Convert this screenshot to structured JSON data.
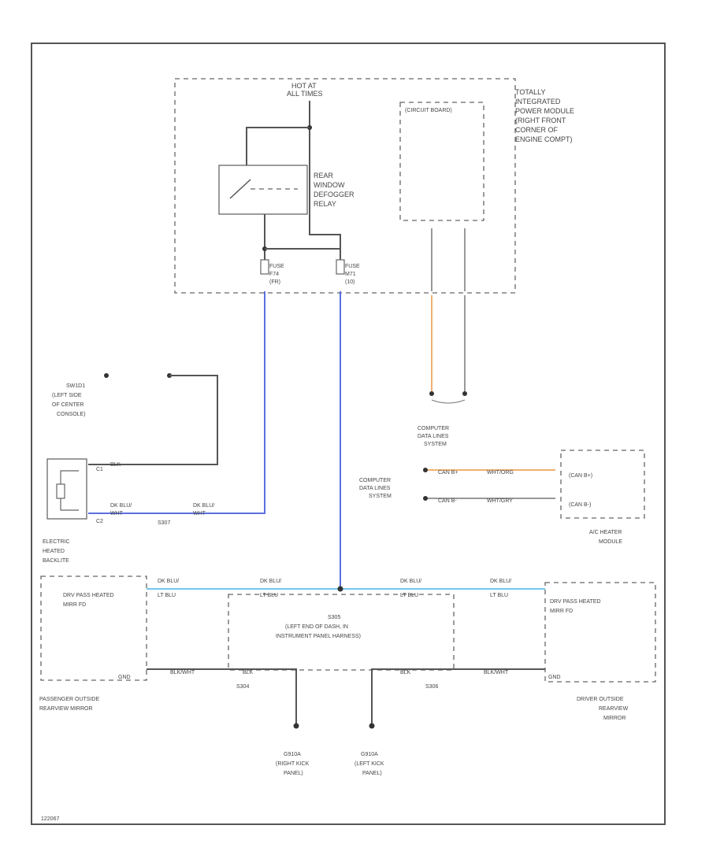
{
  "labels": {
    "hot_at_all_times": [
      "HOT AT",
      "ALL TIMES"
    ],
    "tipm": [
      "TOTALLY",
      "INTEGRATED",
      "POWER MODULE",
      "(RIGHT FRONT",
      "CORNER OF",
      "ENGINE COMPT)"
    ],
    "circuit_board": "(CIRCUIT BOARD)",
    "relay": [
      "REAR",
      "WINDOW",
      "DEFOGGER",
      "RELAY"
    ],
    "fuse_left": [
      "FUSE",
      "F74",
      "(FR)"
    ],
    "fuse_right": [
      "FUSE",
      "M71",
      "(10)"
    ],
    "switch_top": [
      "SW1D1",
      "(LEFT SIDE",
      "OF CENTER",
      "CONSOLE)"
    ],
    "backlite": [
      "ELECTRIC",
      "HEATED",
      "BACKLITE"
    ],
    "comp_data_top": [
      "COMPUTER",
      "DATA LINES",
      "SYSTEM"
    ],
    "comp_data_mid": [
      "COMPUTER",
      "DATA LINES",
      "SYSTEM"
    ],
    "ac_heater": [
      "A/C HEATER",
      "MODULE"
    ],
    "s305": [
      "S305",
      "(LEFT END OF DASH, IN",
      "INSTRUMENT PANEL HARNESS)"
    ],
    "pass_mirror": [
      "PASSENGER OUTSIDE",
      "REARVIEW MIRROR"
    ],
    "driver_mirror": [
      "DRIVER OUTSIDE",
      "REARVIEW",
      "MIRROR"
    ],
    "pass_heated": [
      "DRV PASS HEATED",
      "MIRR FD"
    ],
    "drv_heated": [
      "DRV PASS HEATED",
      "MIRR FD"
    ],
    "g_right": [
      "G910A",
      "(RIGHT KICK",
      "PANEL)"
    ],
    "g_left": [
      "G910A",
      "(LEFT KICK",
      "PANEL)"
    ],
    "can_b_plus": "(CAN B+)",
    "can_b_minus": "(CAN B-)",
    "footer": "122067"
  },
  "wires": {
    "dk_blu_wht": [
      "DK BLU/",
      "WHT"
    ],
    "dk_blu_lt_blu": [
      "DK BLU/",
      "LT BLU"
    ],
    "blk_wht": "BLK/WHT",
    "blk": "BLK",
    "wht_org": "WHT/ORG",
    "wht_gry": "WHT/GRY",
    "can_b_plus": "CAN B+",
    "can_b_minus": "CAN B-",
    "gnd": "GND",
    "c1": "C1",
    "c2": "C2",
    "s307": "S307",
    "s305": "S305",
    "s304": "S304",
    "s306": "S306"
  }
}
